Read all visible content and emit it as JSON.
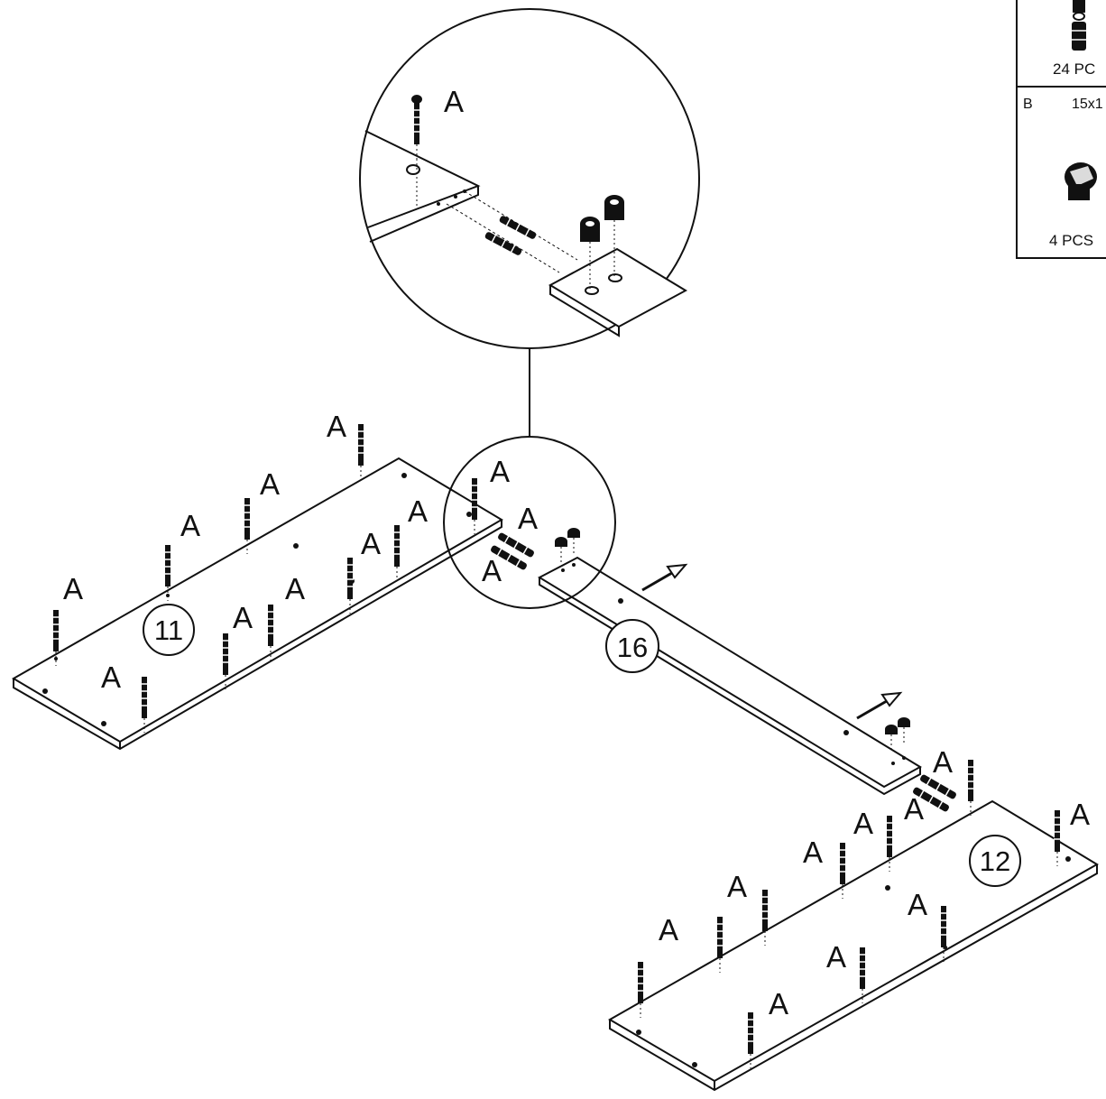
{
  "parts_table": {
    "row_a": {
      "qty": "24 PC"
    },
    "row_b": {
      "letter": "B",
      "size": "15x1",
      "qty": "4 PCS"
    }
  },
  "part_numbers": {
    "board_left": "11",
    "beam": "16",
    "board_right": "12"
  },
  "fastener_label": "A",
  "colors": {
    "ink": "#111111",
    "paper": "#ffffff"
  }
}
